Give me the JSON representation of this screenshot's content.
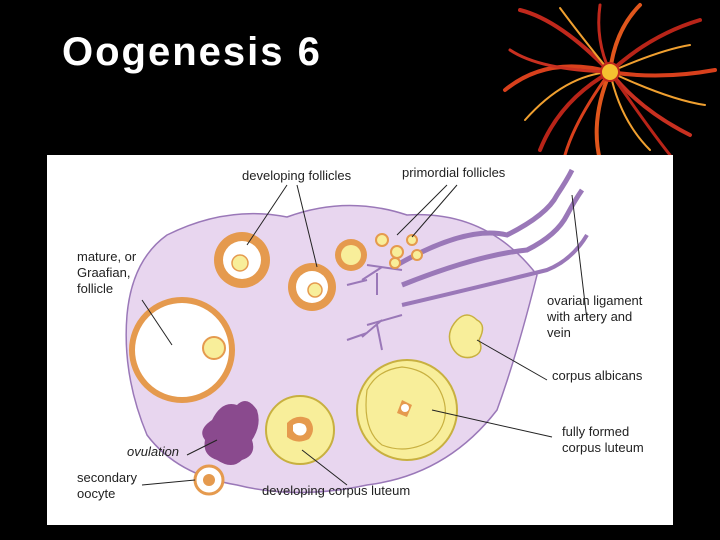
{
  "slide": {
    "title": "Oogenesis 6"
  },
  "colors": {
    "background": "#000000",
    "ovary_fill": "#e8d6ef",
    "follicle_orange": "#e59a4e",
    "follicle_yellow": "#f8ee9a",
    "vessel_purple": "#9a78b8",
    "ovulation_purple": "#8a4a8e"
  },
  "figure": {
    "labels": {
      "developing_follicles": "developing follicles",
      "primordial_follicles": "primordial follicles",
      "mature_follicle_l1": "mature, or",
      "mature_follicle_l2": "Graafian,",
      "mature_follicle_l3": "follicle",
      "ovarian_ligament_l1": "ovarian ligament",
      "ovarian_ligament_l2": "with artery and",
      "ovarian_ligament_l3": "vein",
      "corpus_albicans": "corpus albicans",
      "corpus_luteum_l1": "fully formed",
      "corpus_luteum_l2": "corpus luteum",
      "ovulation": "ovulation",
      "secondary_oocyte_l1": "secondary",
      "secondary_oocyte_l2": "oocyte",
      "developing_corpus_luteum": "developing corpus luteum"
    }
  }
}
